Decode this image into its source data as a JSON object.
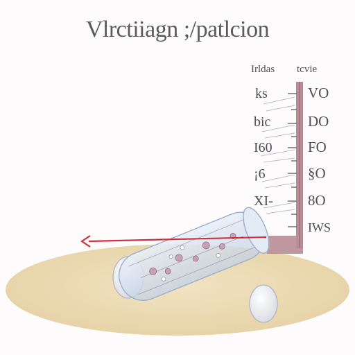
{
  "title": "Vlrctiiagn ;/patlcion",
  "scale": {
    "header_left": "Irldas",
    "header_right": "tcvie",
    "rows": [
      {
        "left": "ks",
        "right": "VO"
      },
      {
        "left": "bic",
        "right": "DO"
      },
      {
        "left": "I60",
        "right": "FO"
      },
      {
        "left": "¡6",
        "right": "§O"
      },
      {
        "left": "XI-",
        "right": "8O"
      },
      {
        "left": "",
        "right": "IWS"
      }
    ]
  },
  "colors": {
    "tube": "#c9d7ea",
    "scale_bar": "#b78c96",
    "arrow": "#c8343f",
    "ground": "#ecdbb6"
  },
  "icons": [
    "arrow-left-icon",
    "egg-icon",
    "test-tube-icon",
    "thermometer-icon"
  ]
}
